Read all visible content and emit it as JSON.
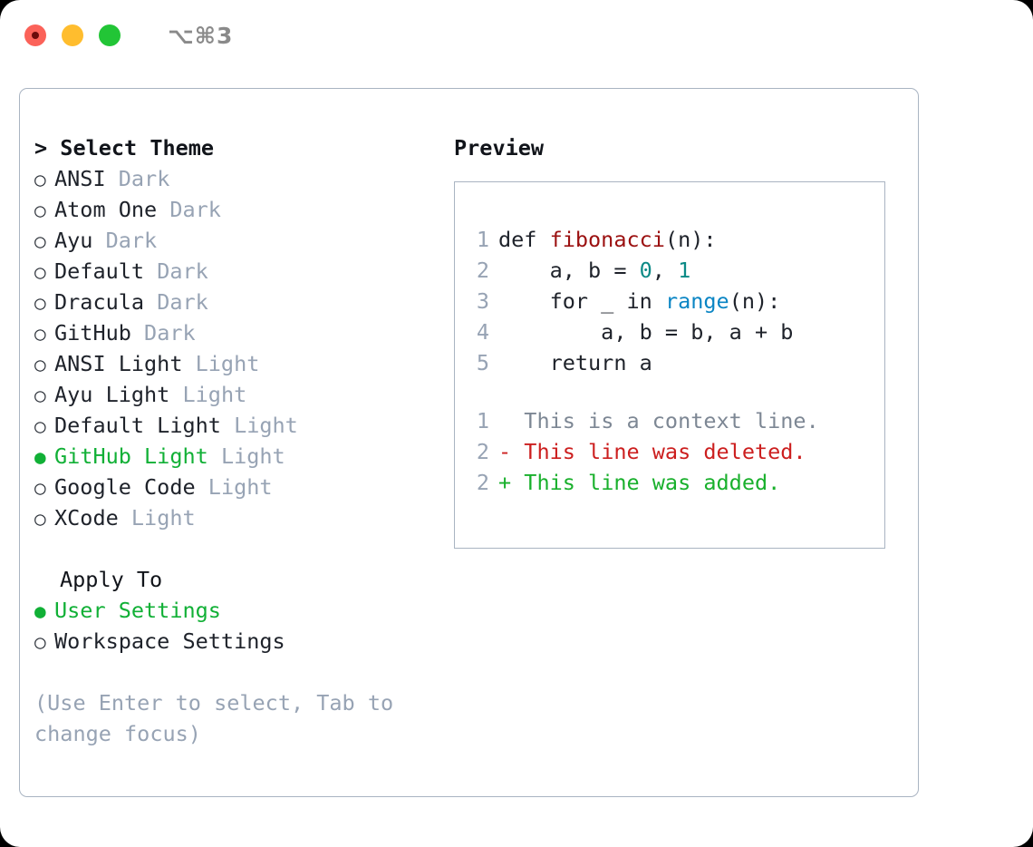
{
  "window": {
    "shortcut": "⌥⌘3",
    "traffic_lights": [
      {
        "name": "close",
        "color": "#fb6259"
      },
      {
        "name": "minimize",
        "color": "#ffbd2e"
      },
      {
        "name": "maximize",
        "color": "#22c536"
      }
    ]
  },
  "colors": {
    "selected_green": "#11b036",
    "muted_slate": "#97a3b4",
    "panel_border": "#a9b4c2",
    "text": "#1e222a",
    "syntax_function": "#9b1010",
    "syntax_number": "#0c8a86",
    "syntax_call": "#0a85c4",
    "diff_added": "#19b02c",
    "diff_deleted": "#cc1f1f",
    "diff_context": "#7d8794"
  },
  "theme_select": {
    "header_prefix": "> ",
    "header": "Select Theme",
    "bullet_unselected": "○",
    "bullet_selected": "●",
    "items": [
      {
        "name": "ANSI",
        "suffix": "Dark",
        "selected": false
      },
      {
        "name": "Atom One",
        "suffix": "Dark",
        "selected": false
      },
      {
        "name": "Ayu",
        "suffix": "Dark",
        "selected": false
      },
      {
        "name": "Default",
        "suffix": "Dark",
        "selected": false
      },
      {
        "name": "Dracula",
        "suffix": "Dark",
        "selected": false
      },
      {
        "name": "GitHub",
        "suffix": "Dark",
        "selected": false
      },
      {
        "name": "ANSI Light",
        "suffix": "Light",
        "selected": false
      },
      {
        "name": "Ayu Light",
        "suffix": "Light",
        "selected": false
      },
      {
        "name": "Default Light",
        "suffix": "Light",
        "selected": false
      },
      {
        "name": "GitHub Light",
        "suffix": "Light",
        "selected": true
      },
      {
        "name": "Google Code",
        "suffix": "Light",
        "selected": false
      },
      {
        "name": "XCode",
        "suffix": "Light",
        "selected": false
      }
    ]
  },
  "apply_to": {
    "title": "Apply To",
    "items": [
      {
        "name": "User Settings",
        "selected": true
      },
      {
        "name": "Workspace Settings",
        "selected": false
      }
    ]
  },
  "hint": "(Use Enter to select, Tab to change focus)",
  "preview": {
    "title": "Preview",
    "code_lines": [
      {
        "no": "1",
        "segments": [
          {
            "text": "def ",
            "token": "plain"
          },
          {
            "text": "fibonacci",
            "token": "function"
          },
          {
            "text": "(n):",
            "token": "plain"
          }
        ]
      },
      {
        "no": "2",
        "segments": [
          {
            "text": "    a, b = ",
            "token": "plain"
          },
          {
            "text": "0",
            "token": "number"
          },
          {
            "text": ", ",
            "token": "plain"
          },
          {
            "text": "1",
            "token": "number"
          }
        ]
      },
      {
        "no": "3",
        "segments": [
          {
            "text": "    for _ in ",
            "token": "plain"
          },
          {
            "text": "range",
            "token": "call"
          },
          {
            "text": "(n):",
            "token": "plain"
          }
        ]
      },
      {
        "no": "4",
        "segments": [
          {
            "text": "        a, b = b, a + b",
            "token": "plain"
          }
        ]
      },
      {
        "no": "5",
        "segments": [
          {
            "text": "    return a",
            "token": "plain"
          }
        ]
      }
    ],
    "diff_lines": [
      {
        "no": "1",
        "marker": " ",
        "text": " This is a context line.",
        "kind": "context"
      },
      {
        "no": "2",
        "marker": "-",
        "text": " This line was deleted.",
        "kind": "deleted"
      },
      {
        "no": "2",
        "marker": "+",
        "text": " This line was added.",
        "kind": "added"
      }
    ]
  }
}
